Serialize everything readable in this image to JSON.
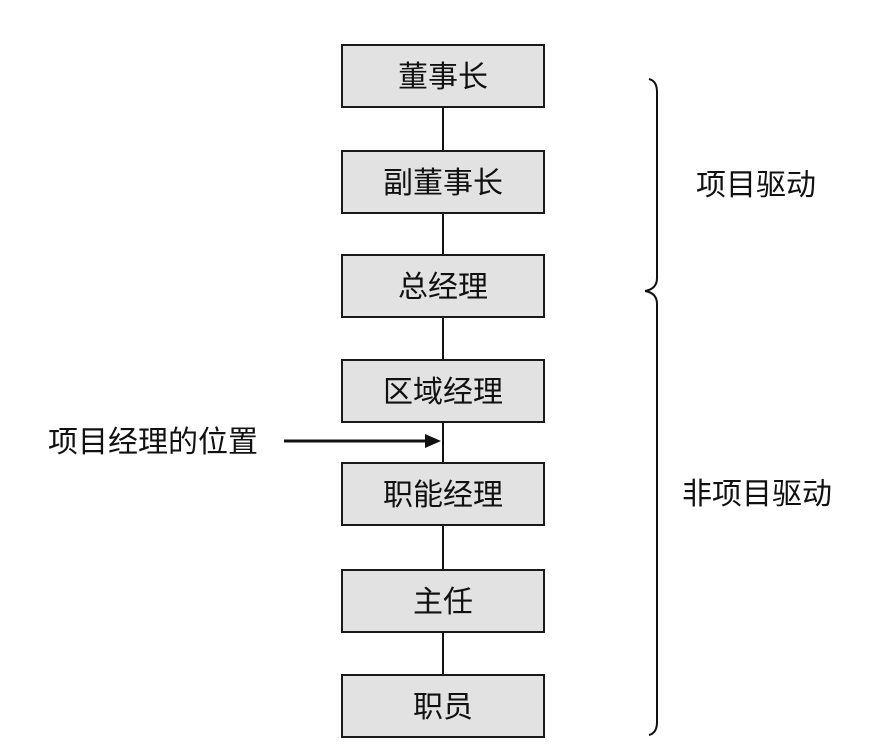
{
  "boxes": [
    {
      "label": "董事长"
    },
    {
      "label": "副董事长"
    },
    {
      "label": "总经理"
    },
    {
      "label": "区域经理"
    },
    {
      "label": "职能经理"
    },
    {
      "label": "主任"
    },
    {
      "label": "职员"
    }
  ],
  "pointer": {
    "label": "项目经理的位置"
  },
  "groups": [
    {
      "label": "项目驱动"
    },
    {
      "label": "非项目驱动"
    }
  ],
  "colors": {
    "box_fill": "#e2e2e2",
    "stroke": "#111111"
  }
}
